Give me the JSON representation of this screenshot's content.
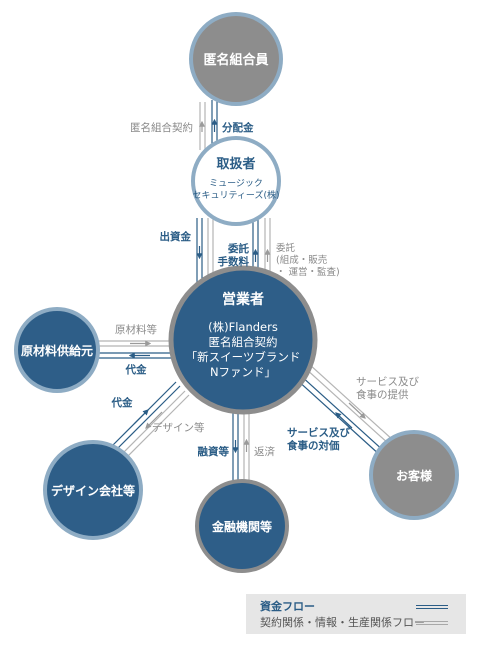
{
  "nodes": {
    "investors": "匿名組合員",
    "handler_title": "取扱者",
    "handler_sub": "ミュージック\nセキュリティーズ(株)",
    "operator_title": "営業者",
    "operator_body": "(株)Flanders\n匿名組合契約\n「新スイーツブランド\nNファンド」",
    "suppliers": "原材料供給元",
    "designers": "デザイン会社等",
    "customers": "お客様",
    "banks": "金融機関等"
  },
  "edges": {
    "contract_label": "匿名組合契約",
    "distribution_label": "分配金",
    "investment_label": "出資金",
    "fee_label": "委託\n手数料",
    "commission_label": "委託\n(組成・販売\n・ 運営・監査)",
    "materials_label": "原材料等",
    "supplier_payment_label": "代金",
    "designer_payment_label": "代金",
    "design_label": "デザイン等",
    "financing_label": "融資等",
    "repayment_label": "返済",
    "customer_service_label": "サービス及び\n食事の提供",
    "customer_payment_label": "サービス及び\n食事の対価"
  },
  "legend": {
    "money_flow": "資金フロー",
    "contract_flow": "契約関係・情報・生産関係フロー"
  },
  "colors": {
    "money": "#2b5d86",
    "contract": "#a8a8a8",
    "circle_dark": "#2e5e88",
    "circle_gray": "#8d8d8d",
    "ring": "#8eacc4",
    "ring_gray": "#bdbdbd"
  }
}
